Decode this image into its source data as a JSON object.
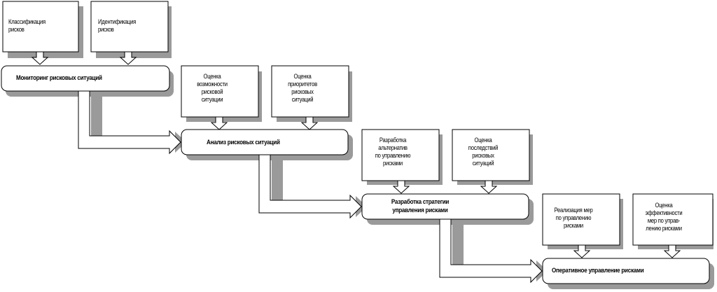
{
  "stages": [
    {
      "label": "Мониторинг рисковых ситуаций"
    },
    {
      "label": "Анализ рисковых ситуаций"
    },
    {
      "label": "Разработка стратегии\nуправления рисками"
    },
    {
      "label": "Оперативное управление рисками"
    }
  ],
  "inputs": [
    {
      "label": "Классификация\nрисков"
    },
    {
      "label": "Идентификация\nрисков"
    },
    {
      "label": "Оценка\nвозможности\nрисковой\nситуации"
    },
    {
      "label": "Оценка\nприоритетов\nрисковых\nситуаций"
    },
    {
      "label": "Разработка\nальтернатив\nпо управлению\nрисками"
    },
    {
      "label": "Оценка\nпоследствий\nрисковых\nситуаций"
    },
    {
      "label": "Реализация мер\nпо управлению\nрисками"
    },
    {
      "label": "Оценка\nэффективности\nмер по управ-\nлению рисками"
    }
  ]
}
